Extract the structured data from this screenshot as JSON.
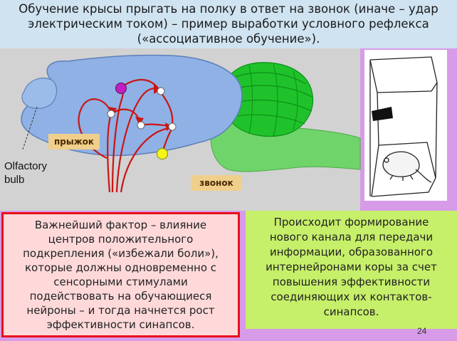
{
  "title": {
    "line1": "Обучение крысы прыгать на полку в ответ на звонок (иначе – удар",
    "line2": "электрическим током) – пример выработки условного рефлекса",
    "line3": "(«ассоциативное обучение»)."
  },
  "diagram": {
    "olfactory_line1": "Olfactory",
    "olfactory_line2": "bulb",
    "jump_label": "прыжок",
    "bell_label": "звонок"
  },
  "red_box": {
    "lines": [
      "Важнейший фактор – влияние",
      "центров положительного",
      "подкрепления («избежали боли»),",
      "которые должны одновременно с",
      "сенсорными стимулами",
      "подействовать на обучающиеся",
      "нейроны – и тогда начнется рост",
      "эффективности синапсов."
    ]
  },
  "green_box": {
    "lines": [
      "Происходит формирование",
      "нового канала для передачи",
      "информации, образованного",
      "интернейронами коры за счет",
      "повышения эффективности",
      "соединяющих их контактов-",
      "синапсов."
    ]
  },
  "page_number": "24",
  "colors": {
    "title_bg": "#cfe3f1",
    "brain_bg": "#d2d2d2",
    "purple": "#d79be8",
    "red_box_bg": "#ffd9da",
    "red_border": "#e8101a",
    "green_box_bg": "#c6ef6a",
    "cortex": "#8fb1e6",
    "cerebellum": "#1fc22a",
    "brainstem": "#6fd46a",
    "pathway": "#cc1414",
    "reinforcement_node": "#c21fc2",
    "bell_node": "#f5f51a",
    "label_tag": "#f0cf8c"
  },
  "icons": [
    "olfactory-bulb-pointer",
    "rat-in-cage-icon",
    "shelf-icon"
  ]
}
